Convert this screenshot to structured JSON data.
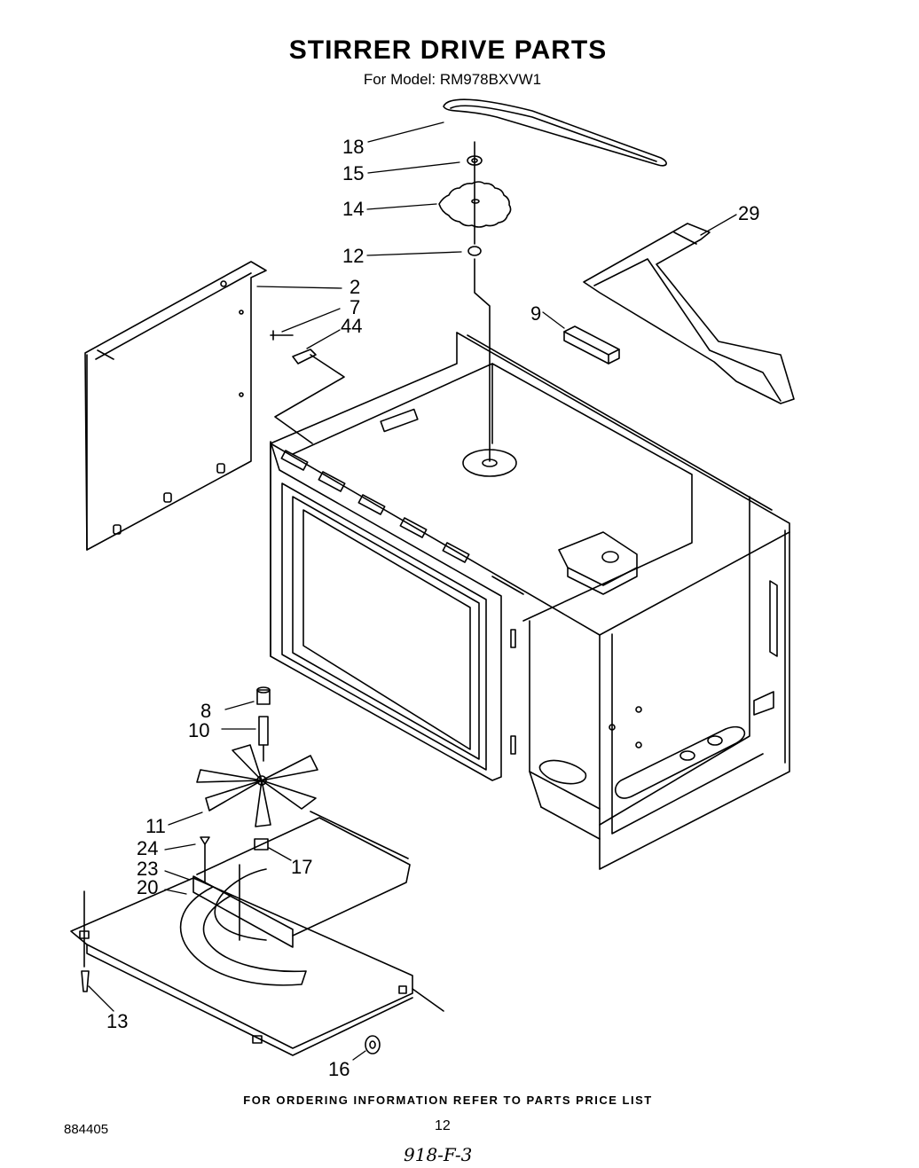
{
  "page": {
    "title": "STIRRER DRIVE PARTS",
    "subtitle": "For Model: RM978BXVW1",
    "footer_note": "FOR ORDERING INFORMATION REFER TO PARTS PRICE LIST",
    "document_number": "884405",
    "page_number": "12",
    "handwritten_note": "918-F-3"
  },
  "callouts": {
    "c18": "18",
    "c15": "15",
    "c14": "14",
    "c12": "12",
    "c29": "29",
    "c2": "2",
    "c7": "7",
    "c44": "44",
    "c9": "9",
    "c8": "8",
    "c10": "10",
    "c11": "11",
    "c24": "24",
    "c23": "23",
    "c20": "20",
    "c17": "17",
    "c13": "13",
    "c16": "16"
  }
}
